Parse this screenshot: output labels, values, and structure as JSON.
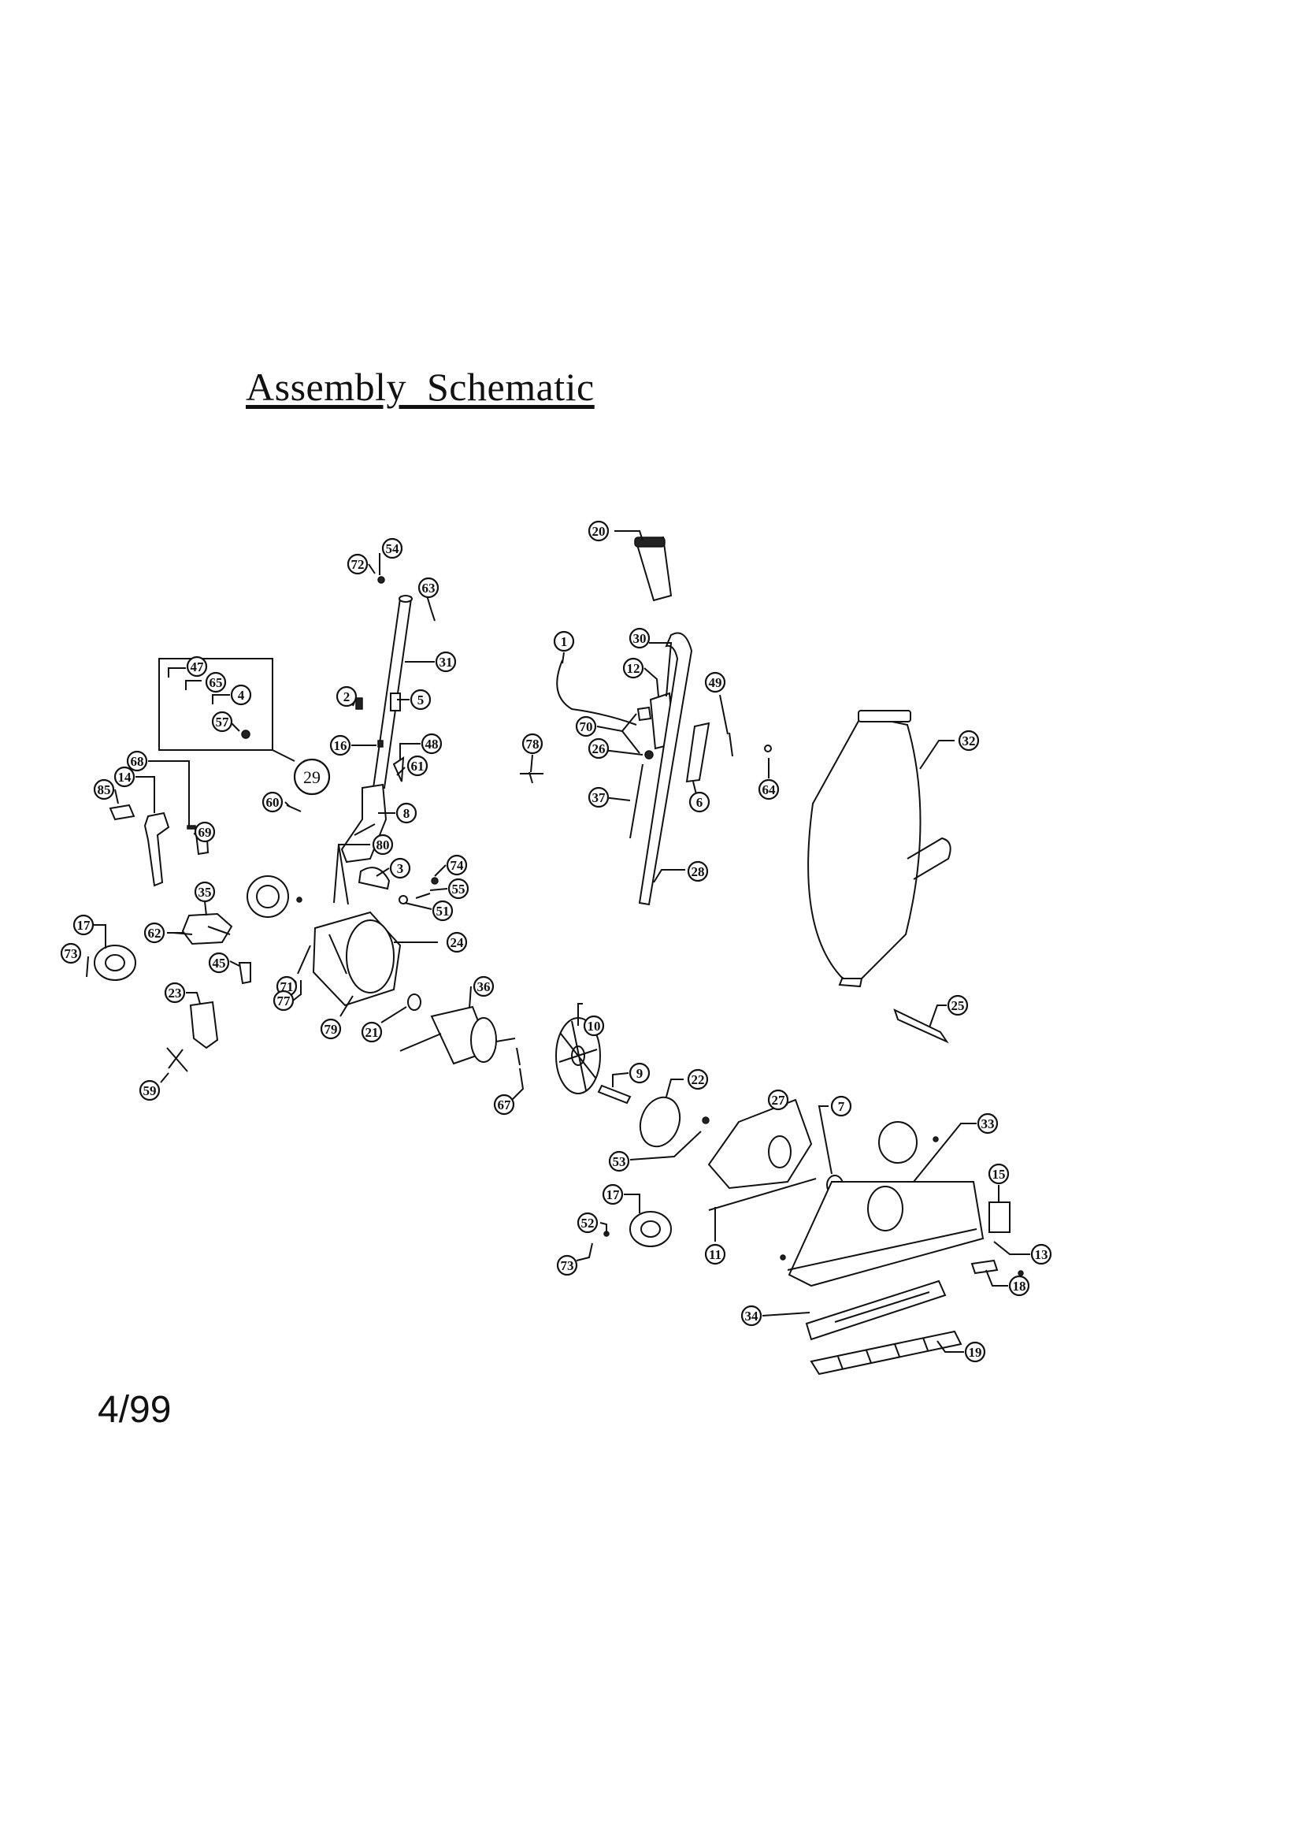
{
  "title": "Assembly  Schematic",
  "date_code": "4/99",
  "callouts": [
    {
      "id": "c54",
      "label": "54"
    },
    {
      "id": "c72",
      "label": "72"
    },
    {
      "id": "c63",
      "label": "63"
    },
    {
      "id": "c31",
      "label": "31"
    },
    {
      "id": "c47",
      "label": "47"
    },
    {
      "id": "c65",
      "label": "65"
    },
    {
      "id": "c4",
      "label": "4"
    },
    {
      "id": "c57",
      "label": "57"
    },
    {
      "id": "c2",
      "label": "2"
    },
    {
      "id": "c5",
      "label": "5"
    },
    {
      "id": "c16",
      "label": "16"
    },
    {
      "id": "c48",
      "label": "48"
    },
    {
      "id": "c61",
      "label": "61"
    },
    {
      "id": "c68",
      "label": "68"
    },
    {
      "id": "c14",
      "label": "14"
    },
    {
      "id": "c85",
      "label": "85"
    },
    {
      "id": "c69",
      "label": "69"
    },
    {
      "id": "c29",
      "label": "29"
    },
    {
      "id": "c60",
      "label": "60"
    },
    {
      "id": "c8",
      "label": "8"
    },
    {
      "id": "c80",
      "label": "80"
    },
    {
      "id": "c3",
      "label": "3"
    },
    {
      "id": "c74",
      "label": "74"
    },
    {
      "id": "c55",
      "label": "55"
    },
    {
      "id": "c51",
      "label": "51"
    },
    {
      "id": "c35",
      "label": "35"
    },
    {
      "id": "c17a",
      "label": "17"
    },
    {
      "id": "c73a",
      "label": "73"
    },
    {
      "id": "c62",
      "label": "62"
    },
    {
      "id": "c71",
      "label": "71"
    },
    {
      "id": "c24",
      "label": "24"
    },
    {
      "id": "c45",
      "label": "45"
    },
    {
      "id": "c77",
      "label": "77"
    },
    {
      "id": "c23",
      "label": "23"
    },
    {
      "id": "c79",
      "label": "79"
    },
    {
      "id": "c21",
      "label": "21"
    },
    {
      "id": "c36",
      "label": "36"
    },
    {
      "id": "c59",
      "label": "59"
    },
    {
      "id": "c10",
      "label": "10"
    },
    {
      "id": "c9",
      "label": "9"
    },
    {
      "id": "c22",
      "label": "22"
    },
    {
      "id": "c67",
      "label": "67"
    },
    {
      "id": "c20",
      "label": "20"
    },
    {
      "id": "c1",
      "label": "1"
    },
    {
      "id": "c30",
      "label": "30"
    },
    {
      "id": "c12",
      "label": "12"
    },
    {
      "id": "c49",
      "label": "49"
    },
    {
      "id": "c70",
      "label": "70"
    },
    {
      "id": "c78",
      "label": "78"
    },
    {
      "id": "c26",
      "label": "26"
    },
    {
      "id": "c6",
      "label": "6"
    },
    {
      "id": "c64",
      "label": "64"
    },
    {
      "id": "c37",
      "label": "37"
    },
    {
      "id": "c28",
      "label": "28"
    },
    {
      "id": "c32",
      "label": "32"
    },
    {
      "id": "c25",
      "label": "25"
    },
    {
      "id": "c27",
      "label": "27"
    },
    {
      "id": "c7",
      "label": "7"
    },
    {
      "id": "c33",
      "label": "33"
    },
    {
      "id": "c53",
      "label": "53"
    },
    {
      "id": "c17b",
      "label": "17"
    },
    {
      "id": "c52",
      "label": "52"
    },
    {
      "id": "c73b",
      "label": "73"
    },
    {
      "id": "c11",
      "label": "11"
    },
    {
      "id": "c15",
      "label": "15"
    },
    {
      "id": "c13",
      "label": "13"
    },
    {
      "id": "c18",
      "label": "18"
    },
    {
      "id": "c34",
      "label": "34"
    },
    {
      "id": "c19",
      "label": "19"
    }
  ]
}
